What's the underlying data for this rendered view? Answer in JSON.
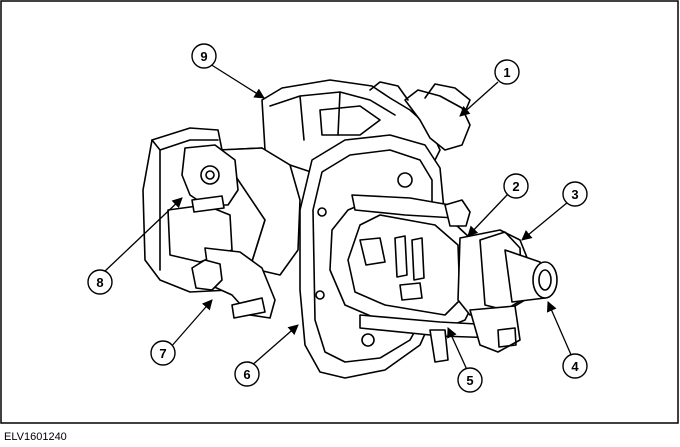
{
  "figure": {
    "reference_code": "ELV1601240",
    "callouts": [
      {
        "id": "1",
        "label": "1"
      },
      {
        "id": "2",
        "label": "2"
      },
      {
        "id": "3",
        "label": "3"
      },
      {
        "id": "4",
        "label": "4"
      },
      {
        "id": "5",
        "label": "5"
      },
      {
        "id": "6",
        "label": "6"
      },
      {
        "id": "7",
        "label": "7"
      },
      {
        "id": "8",
        "label": "8"
      },
      {
        "id": "9",
        "label": "9"
      }
    ]
  },
  "colors": {
    "line": "#000000",
    "fill": "#ffffff",
    "border": "#000000"
  }
}
